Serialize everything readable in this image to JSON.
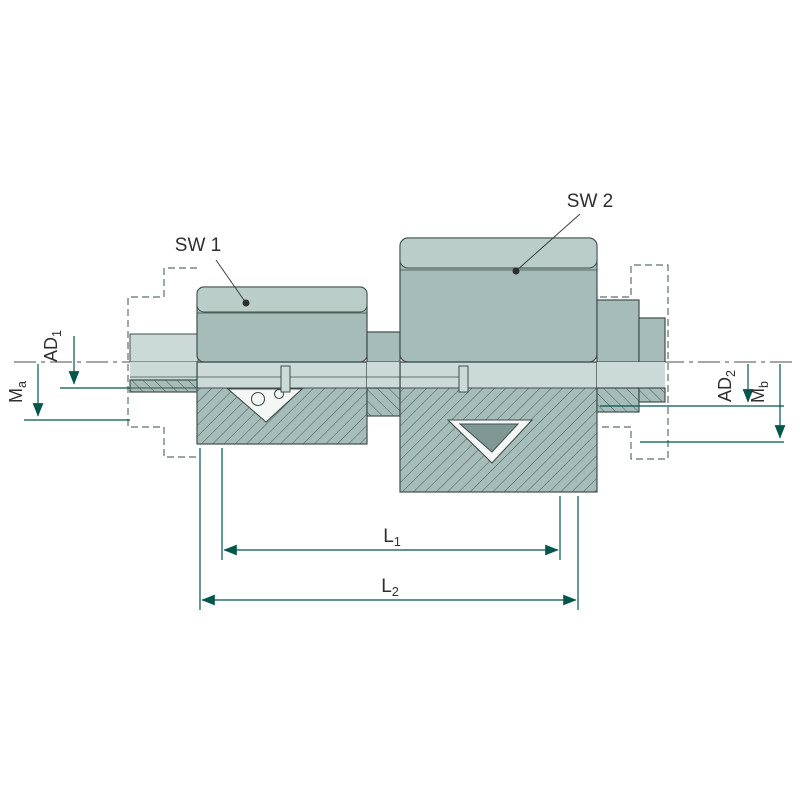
{
  "colors": {
    "body": "#a5bcb8",
    "bodyLight": "#cbdad6",
    "highlight": "#bacdc9",
    "bodyDark": "#7f9894",
    "outline": "#3f4f4d",
    "hidden": "#5f6f6d",
    "dimension": "#00564b",
    "text": "#2e2e2e"
  },
  "labels": {
    "sw1": "SW 1",
    "sw2": "SW 2",
    "ad1": {
      "main": "AD",
      "sub": "1"
    },
    "ma": {
      "main": "M",
      "sub": "a"
    },
    "ad2": {
      "main": "AD",
      "sub": "2"
    },
    "mb": {
      "main": "M",
      "sub": "b"
    },
    "l1": {
      "main": "L",
      "sub": "1"
    },
    "l2": {
      "main": "L",
      "sub": "2"
    }
  }
}
